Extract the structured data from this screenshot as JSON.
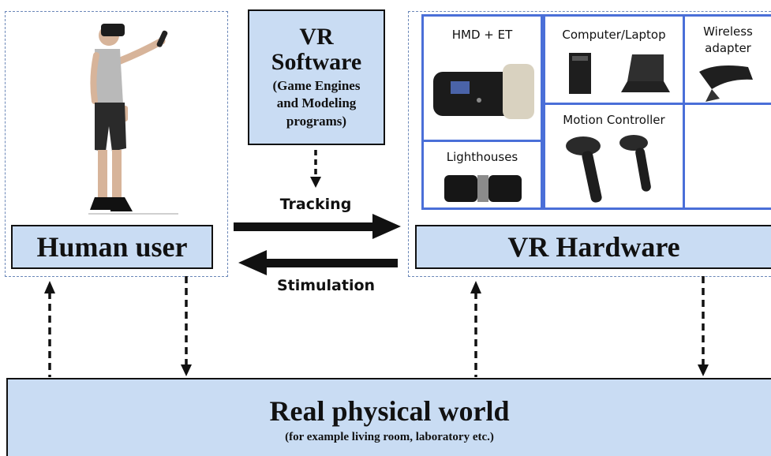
{
  "human_user": {
    "label": "Human user"
  },
  "vr_software": {
    "title_line1": "VR",
    "title_line2": "Software",
    "sub_line1": "(Game Engines",
    "sub_line2": "and Modeling",
    "sub_line3": "programs)"
  },
  "vr_hardware": {
    "label": "VR Hardware",
    "components": {
      "hmd": "HMD + ET",
      "computer": "Computer/Laptop",
      "wireless_line1": "Wireless",
      "wireless_line2": "adapter",
      "motion": "Motion Controller",
      "lighthouses": "Lighthouses"
    }
  },
  "arrows": {
    "tracking": "Tracking",
    "stimulation": "Stimulation"
  },
  "real_world": {
    "title": "Real physical world",
    "subtitle": "(for example living room, laboratory etc.)"
  },
  "colors": {
    "box_fill": "#c9dcf3",
    "cell_border": "#4a6fd8",
    "frame_dash": "#6b87b8"
  }
}
